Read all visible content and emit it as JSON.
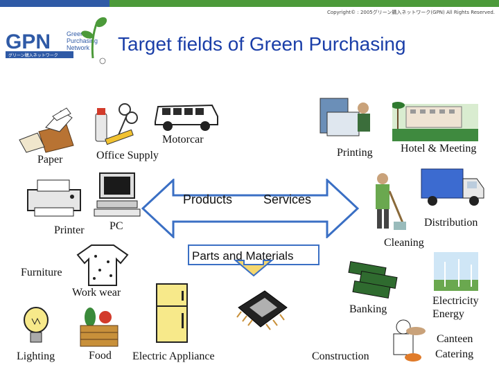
{
  "copyright": "Copyright© : 2005グリーン購入ネットワーク(GPN) All Rights Reserved.",
  "logo": {
    "acronym": "GPN",
    "name_lines": [
      "Green",
      "Purchasing",
      "Network"
    ],
    "jp": "グリーン購入ネットワーク"
  },
  "title": "Target fields of Green Purchasing",
  "arrow": {
    "products": "Products",
    "services": "Services",
    "parts": "Parts and Materials"
  },
  "items": {
    "paper": "Paper",
    "office_supply": "Office Supply",
    "motorcar": "Motorcar",
    "printing": "Printing",
    "hotel": "Hotel & Meeting",
    "printer": "Printer",
    "pc": "PC",
    "distribution": "Distribution",
    "cleaning": "Cleaning",
    "furniture": "Furniture",
    "work_wear": "Work wear",
    "banking": "Banking",
    "electricity": "Electricity",
    "energy": "Energy",
    "lighting": "Lighting",
    "food": "Food",
    "electric_appliance": "Electric Appliance",
    "construction": "Construction",
    "canteen": "Canteen",
    "catering": "Catering"
  },
  "colors": {
    "title": "#1a3ea8",
    "bar_blue": "#2f5aa6",
    "bar_green": "#4c9a3a",
    "arrow_fill": "#ffffff",
    "arrow_stroke": "#3a6fc4",
    "down_arrow": "#f5d76e"
  }
}
